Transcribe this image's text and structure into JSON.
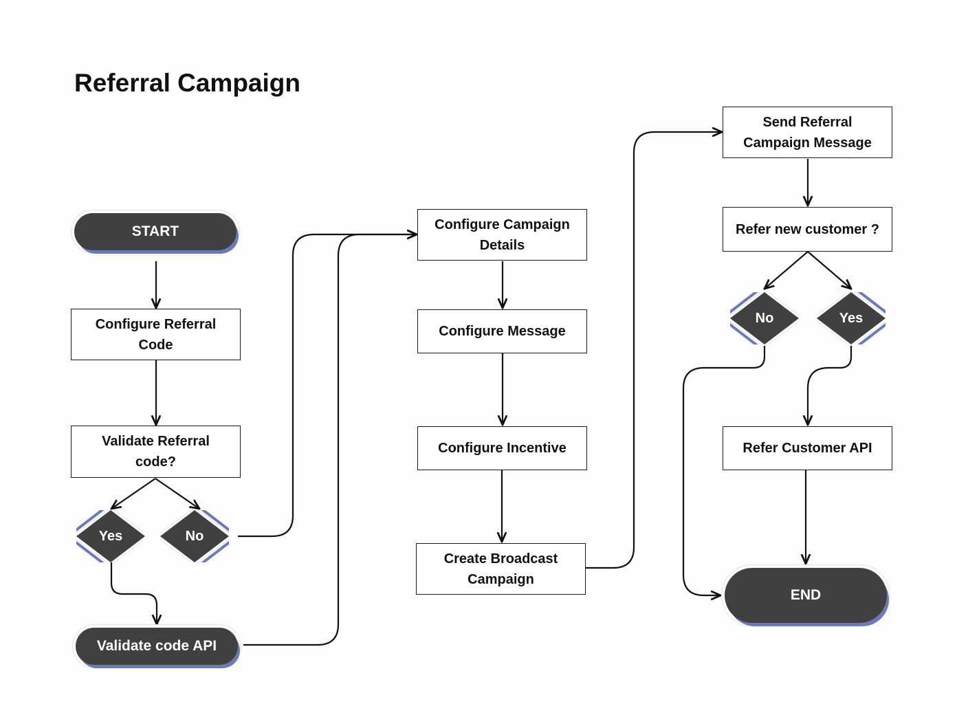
{
  "title": "Referral Campaign",
  "nodes": {
    "start": "START",
    "configure_referral_code": [
      "Configure Referral",
      "Code"
    ],
    "validate_referral_code": [
      "Validate Referral",
      "code?"
    ],
    "yes_left": "Yes",
    "no_left": "No",
    "validate_code_api": "Validate code API",
    "configure_campaign_details": [
      "Configure Campaign",
      "Details"
    ],
    "configure_message": "Configure Message",
    "configure_incentive": "Configure Incentive",
    "create_broadcast_campaign": [
      "Create Broadcast",
      "Campaign"
    ],
    "send_referral_campaign_message": [
      "Send Referral",
      "Campaign Message"
    ],
    "refer_new_customer": "Refer new customer ?",
    "no_right": "No",
    "yes_right": "Yes",
    "refer_customer_api": "Refer Customer API",
    "end": "END"
  },
  "colors": {
    "node_dark": "#404040",
    "accent_shadow": "#6b7ab8",
    "line": "#111111"
  }
}
